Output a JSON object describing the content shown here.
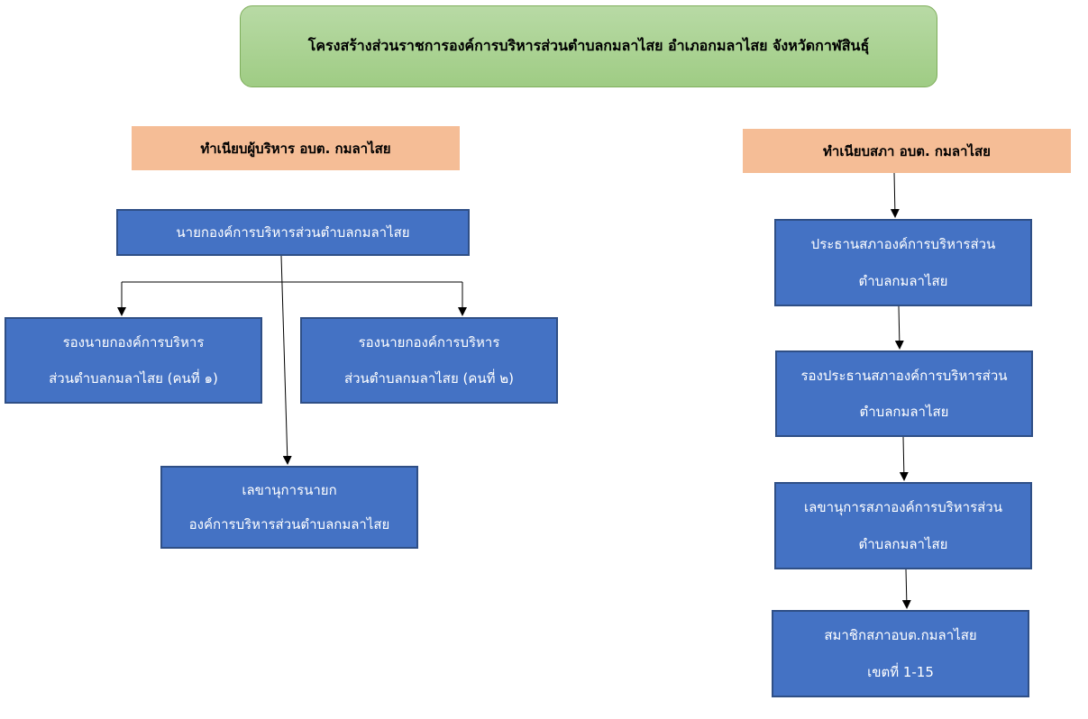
{
  "title": "โครงสร้างส่วนราชการองค์การบริหารส่วนตำบลกมลาไสย อำเภอกมลาไสย จังหวัดกาฬสินธุ์",
  "left_header": "ทำเนียบผู้บริหาร อบต. กมลาไสย",
  "right_header": "ทำเนียบสภา อบต. กมลาไสย",
  "executives": {
    "mayor": "นายกองค์การบริหารส่วนตำบลกมลาไสย",
    "deputy1": {
      "line1": "รองนายกองค์การบริหาร",
      "line2": "ส่วนตำบลกมลาไสย (คนที่ ๑)"
    },
    "deputy2": {
      "line1": "รองนายกองค์การบริหาร",
      "line2": "ส่วนตำบลกมลาไสย (คนที่ ๒)"
    },
    "secretary": {
      "line1": "เลขานุการนายก",
      "line2": "องค์การบริหารส่วนตำบลกมลาไสย"
    }
  },
  "council": {
    "president": {
      "line1": "ประธานสภาองค์การบริหารส่วน",
      "line2": "ตำบลกมลาไสย"
    },
    "vice_president": {
      "line1": "รองประธานสภาองค์การบริหารส่วน",
      "line2": "ตำบลกมลาไสย"
    },
    "secretary": {
      "line1": "เลขานุการสภาองค์การบริหารส่วน",
      "line2": "ตำบลกมลาไสย"
    },
    "members": {
      "line1": "สมาชิกสภาอบต.กมลาไสย",
      "line2": "เขตที่ 1-15"
    }
  },
  "colors": {
    "node_fill": "#4472c4",
    "header_fill": "#f5bd96",
    "title_fill": "#a9d18e"
  }
}
